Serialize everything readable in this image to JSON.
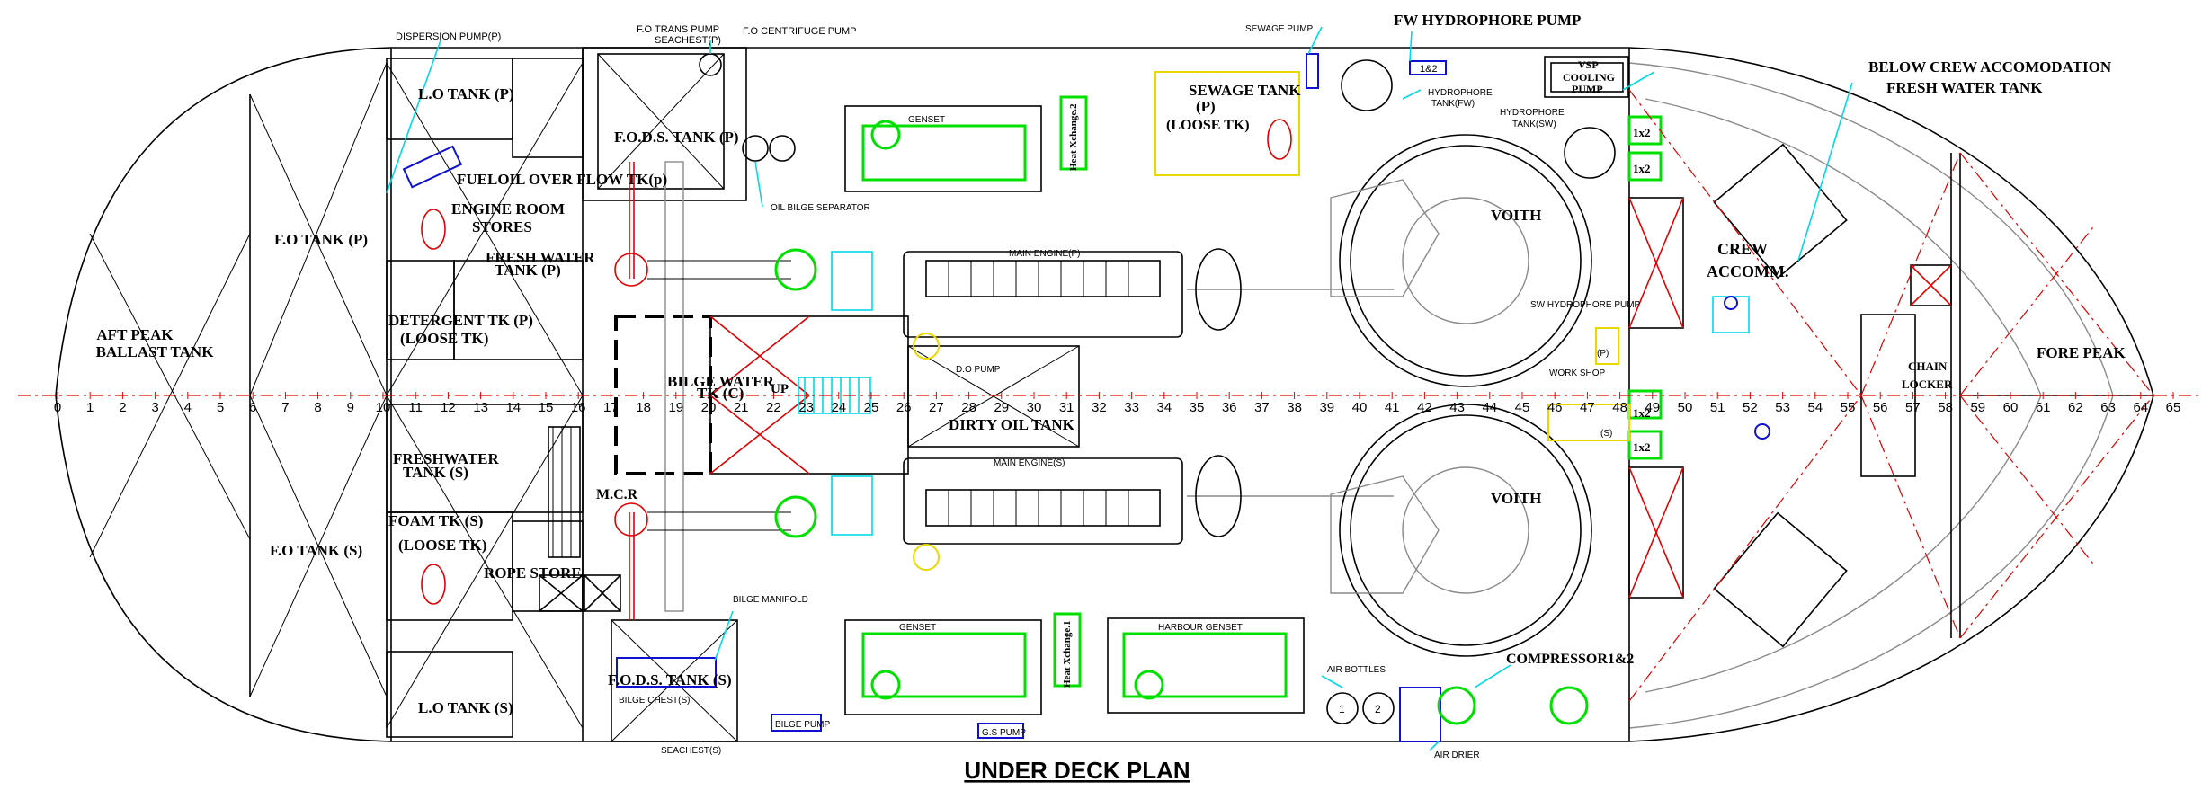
{
  "title": "UNDER DECK PLAN",
  "frame_numbers": [
    "0",
    "1",
    "2",
    "3",
    "4",
    "5",
    "6",
    "7",
    "8",
    "9",
    "10",
    "11",
    "12",
    "13",
    "14",
    "15",
    "16",
    "17",
    "18",
    "19",
    "20",
    "21",
    "22",
    "23",
    "24",
    "25",
    "26",
    "27",
    "28",
    "29",
    "30",
    "31",
    "32",
    "33",
    "34",
    "35",
    "36",
    "37",
    "38",
    "39",
    "40",
    "41",
    "42",
    "43",
    "44",
    "45",
    "46",
    "47",
    "48",
    "49",
    "50",
    "51",
    "52",
    "53",
    "54",
    "55",
    "56",
    "57",
    "58",
    "59",
    "60",
    "61",
    "62",
    "63",
    "64",
    "65"
  ],
  "labels": {
    "aft_peak_1": "AFT PEAK",
    "aft_peak_2": "BALLAST TANK",
    "fo_tank_p": "F.O TANK (P)",
    "fo_tank_s": "F.O TANK (S)",
    "dispersion_pump": "DISPERSION PUMP(P)",
    "lo_tank_p": "L.O TANK (P)",
    "lo_tank_s": "L.O TANK (S)",
    "fueloil_overflow": "FUELOIL OVER FLOW TK(p)",
    "engine_room_stores_1": "ENGINE ROOM",
    "engine_room_stores_2": "STORES",
    "fw_tank_p_1": "FRESH WATER",
    "fw_tank_p_2": "TANK (P)",
    "detergent_1": "DETERGENT TK (P)",
    "detergent_2": "(LOOSE TK)",
    "freshwater_s_1": "FRESHWATER",
    "freshwater_s_2": "TANK (S)",
    "foam_1": "FOAM TK (S)",
    "foam_2": "(LOOSE TK)",
    "rope_store": "ROPE STORE",
    "fo_trans_pump_1": "F.O TRANS PUMP",
    "fo_trans_pump_2": "SEACHEST(P)",
    "fo_centrifuge": "F.O CENTRIFUGE PUMP",
    "fods_tank_p": "F.O.D.S. TANK (P)",
    "fods_tank_s": "F.O.D.S. TANK (S)",
    "oil_bilge_separator": "OIL BILGE SEPARATOR",
    "bilge_water_1": "BILGE WATER",
    "bilge_water_2": "TK (C)",
    "up": "UP",
    "mcr": "M.C.R",
    "bilge_manifold": "BILGE MANIFOLD",
    "bilge_chest": "BILGE CHEST(S)",
    "seachest_s": "SEACHEST(S)",
    "bilge_pump": "BILGE PUMP",
    "gs_pump": "G.S PUMP",
    "genset_top": "GENSET",
    "genset_bottom": "GENSET",
    "harbour_genset": "HARBOUR GENSET",
    "heat_exchanger_1": "Heat Xchange.2",
    "heat_exchanger_2": "Heat Xchange.1",
    "main_engine_p": "MAIN ENGINE(P)",
    "main_engine_s": "MAIN ENGINE(S)",
    "do_pump": "D.O PUMP",
    "dirty_oil": "DIRTY OIL TANK",
    "sewage_pump": "SEWAGE PUMP",
    "sewage_tank_1": "SEWAGE TANK",
    "sewage_tank_2": "(P)",
    "sewage_tank_3": "(LOOSE TK)",
    "fw_hydrophore_pump": "FW HYDROPHORE PUMP",
    "pump_1x2_top": "1&2",
    "hydrophore_fw_1": "HYDROPHORE",
    "hydrophore_fw_2": "TANK(FW)",
    "hydrophore_sw_1": "HYDROPHORE",
    "hydrophore_sw_2": "TANK(SW)",
    "vsp_1": "VSP",
    "vsp_2": "COOLING",
    "vsp_3": "PUMP",
    "voith_top": "VOITH",
    "voith_bottom": "VOITH",
    "sw_hydrophore_pump": "SW HYDROPHORE PUMP",
    "work_shop": "WORK SHOP",
    "air_bottles": "AIR BOTTLES",
    "air_bottle_1": "1",
    "air_bottle_2": "2",
    "compressor": "COMPRESSOR1&2",
    "air_drier": "AIR DRIER",
    "below_crew_1": "BELOW  CREW ACCOMODATION",
    "below_crew_2": "FRESH WATER TANK",
    "crew_accomm_1": "CREW",
    "crew_accomm_2": "ACCOMM.",
    "chain_locker_1": "CHAIN",
    "chain_locker_2": "LOCKER",
    "fore_peak": "FORE PEAK",
    "berth_1x2": "1x2",
    "tank_p": "(P)",
    "tank_s": "(S)"
  }
}
